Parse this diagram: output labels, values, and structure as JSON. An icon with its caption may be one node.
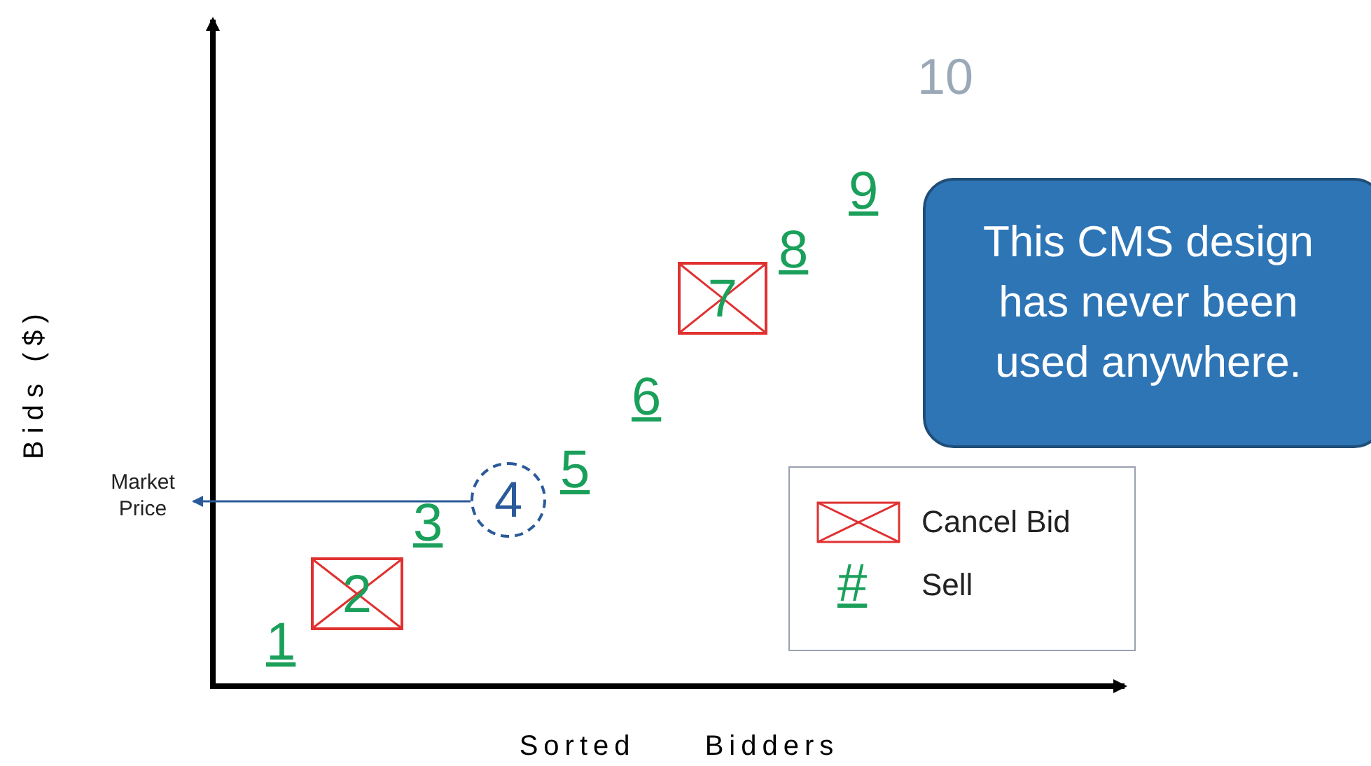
{
  "diagram": {
    "nodes": [
      {
        "text": [
          "Market Price"
        ]
      },
      {
        "text": [
          "2"
        ]
      },
      {
        "text": [
          "4"
        ]
      },
      {
        "text": [
          "7"
        ]
      },
      {
        "text": [
          "This CMS design has never been used anywhere."
        ]
      }
    ],
    "edges": [
      {
        "from": 2,
        "to": 0,
        "arrow": "to"
      }
    ],
    "labels": [
      "10",
      "9",
      "8",
      "6",
      "5",
      "3",
      "1",
      "Bids ($)",
      "Sorted Bidders",
      "#"
    ],
    "legend": [
      {
        "text": "Cancel Bid"
      },
      {
        "text": "Sell"
      }
    ]
  }
}
